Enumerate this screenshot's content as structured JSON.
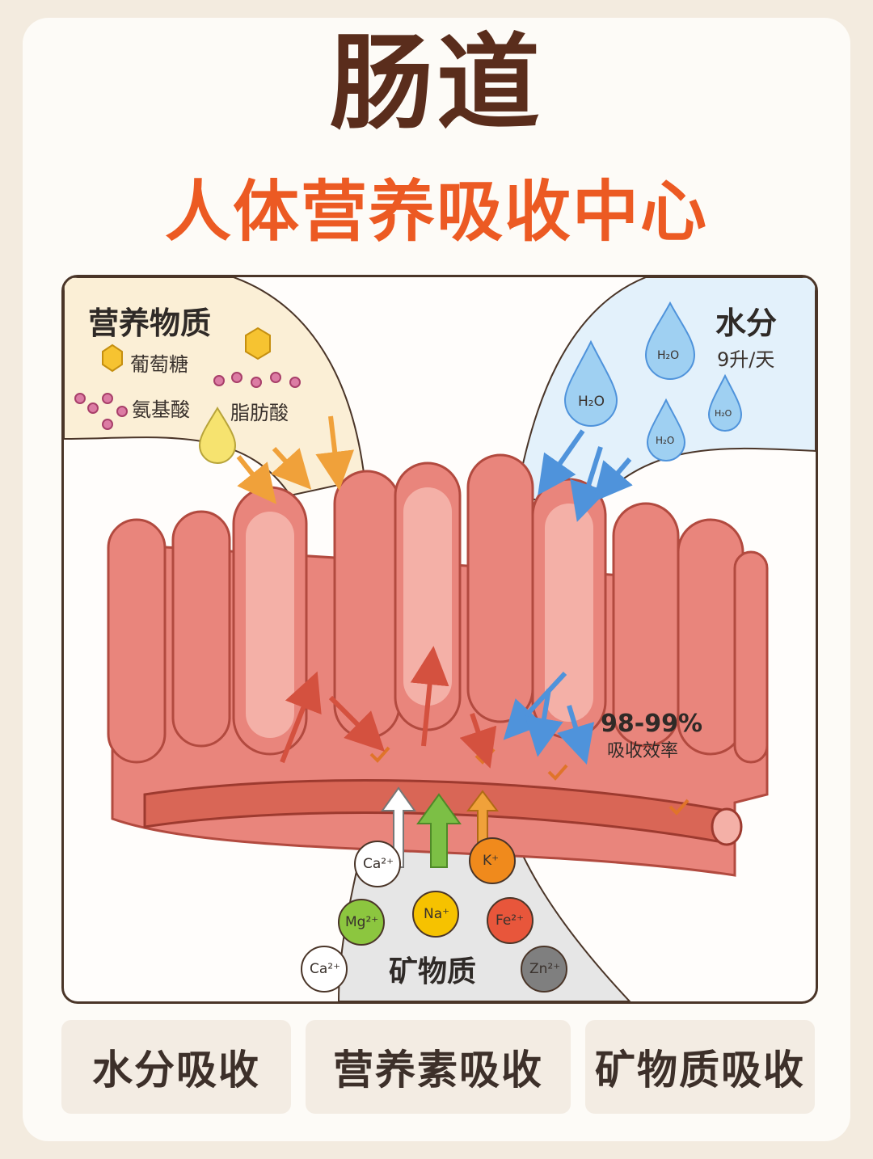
{
  "header": {
    "title": "肠道",
    "subtitle": "人体营养吸收中心"
  },
  "nutrients": {
    "heading": "营养物质",
    "glucose": "葡萄糖",
    "amino_acid": "氨基酸",
    "fatty_acid": "脂肪酸"
  },
  "water": {
    "heading": "水分",
    "amount": "9升/天",
    "molecule": "H₂O"
  },
  "efficiency": {
    "percent": "98-99%",
    "label": "吸收效率"
  },
  "minerals": {
    "heading": "矿物质",
    "ions": [
      {
        "symbol": "Ca²⁺",
        "color": "#ffffff"
      },
      {
        "symbol": "K⁺",
        "color": "#f08a1c"
      },
      {
        "symbol": "Mg²⁺",
        "color": "#8cc63f"
      },
      {
        "symbol": "Na⁺",
        "color": "#f6c200"
      },
      {
        "symbol": "Fe²⁺",
        "color": "#e8563b"
      },
      {
        "symbol": "Ca²⁺",
        "color": "#ffffff"
      },
      {
        "symbol": "Zn²⁺",
        "color": "#7f7f7f"
      }
    ]
  },
  "buttons": {
    "water_absorption": "水分吸收",
    "nutrient_absorption": "营养素吸收",
    "mineral_absorption": "矿物质吸收"
  },
  "colors": {
    "title": "#5a2d1c",
    "subtitle": "#ec5a23",
    "tissue": "#e9857c",
    "nutrient_zone": "#fbefd6",
    "water_zone": "#e3f1fb",
    "mineral_zone": "#e6e6e6"
  }
}
